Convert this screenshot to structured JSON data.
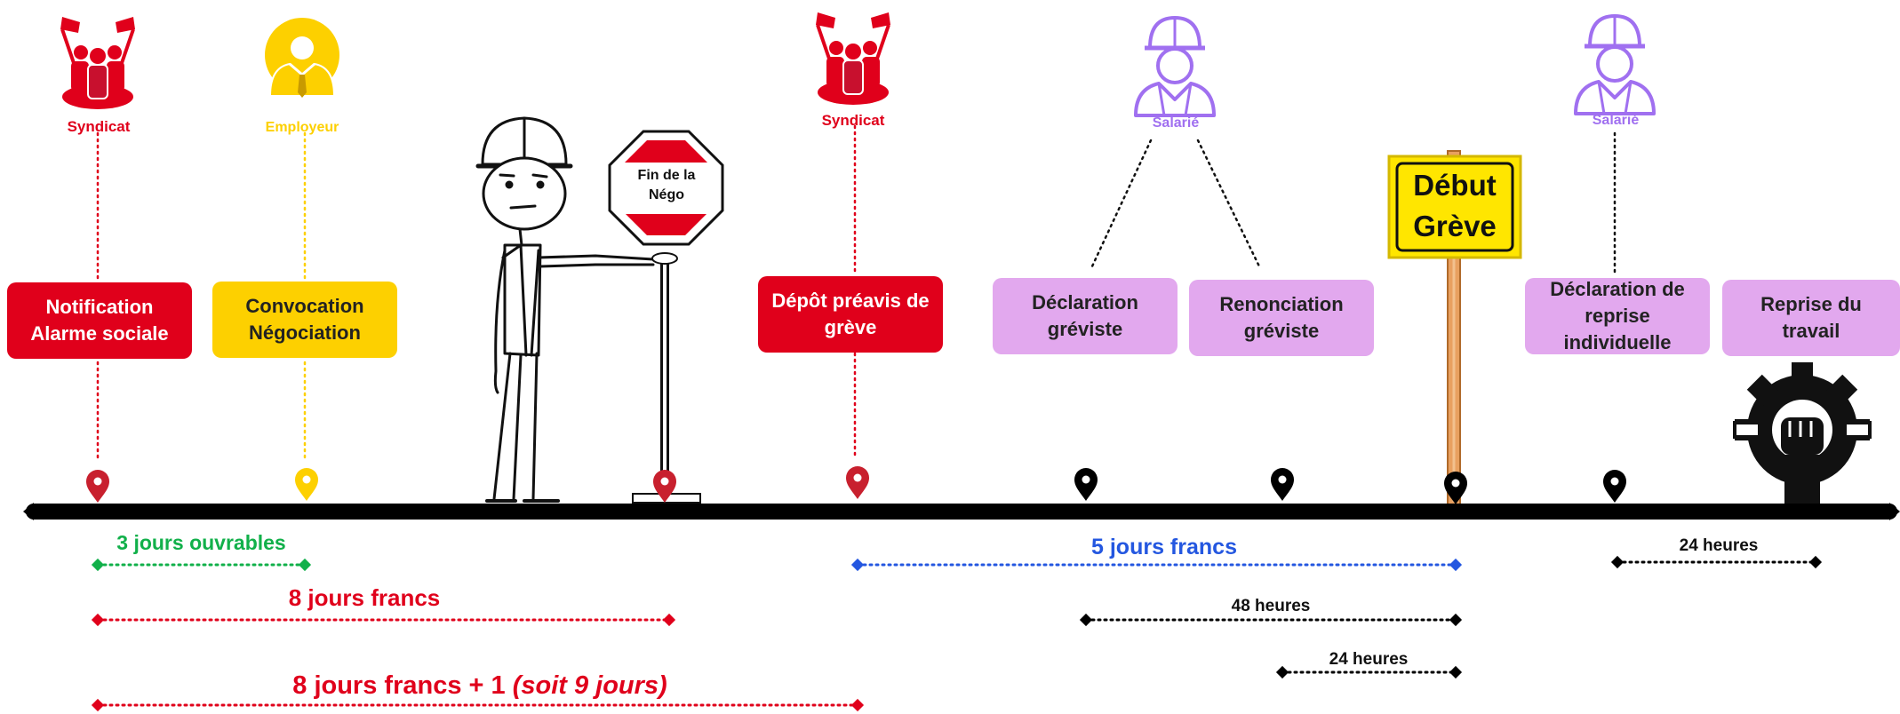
{
  "colors": {
    "red": "#e0001b",
    "dark_red": "#c8102e",
    "yellow": "#fdd000",
    "violet": "#e2a8ee",
    "violet_icon": "#a070f0",
    "green": "#11b04a",
    "blue": "#2457e0",
    "black": "#000000"
  },
  "actors": [
    {
      "label": "Syndicat",
      "icon": "union-group-icon"
    },
    {
      "label": "Employeur",
      "icon": "employer-icon"
    },
    {
      "label": "Syndicat",
      "icon": "union-group-icon"
    },
    {
      "label": "Salarié",
      "icon": "worker-helmet-icon"
    },
    {
      "label": "Salarié",
      "icon": "worker-helmet-icon"
    }
  ],
  "steps": [
    {
      "line1": "Notification",
      "line2": "Alarme  sociale"
    },
    {
      "line1": "Convocation",
      "line2": "Négociation"
    },
    {
      "line1": "Dépôt préavis de",
      "line2": "grève"
    },
    {
      "line1": "Déclaration",
      "line2": "gréviste"
    },
    {
      "line1": "Renonciation",
      "line2": "gréviste"
    },
    {
      "line1": "Déclaration de",
      "line2": "reprise individuelle"
    },
    {
      "line1": "Reprise du",
      "line2": "travail"
    }
  ],
  "stop_sign": {
    "line1": "Fin de la",
    "line2": "Négo"
  },
  "strike_sign": {
    "line1": "Début",
    "line2": "Grève"
  },
  "durations": {
    "d1": "3 jours ouvrables",
    "d2": "8 jours francs",
    "d3_main": "8 jours francs + 1",
    "d3_italic": "(soit 9 jours)",
    "d4": "5 jours francs",
    "d5": "48 heures",
    "d6": "24 heures",
    "d7": "24 heures"
  }
}
